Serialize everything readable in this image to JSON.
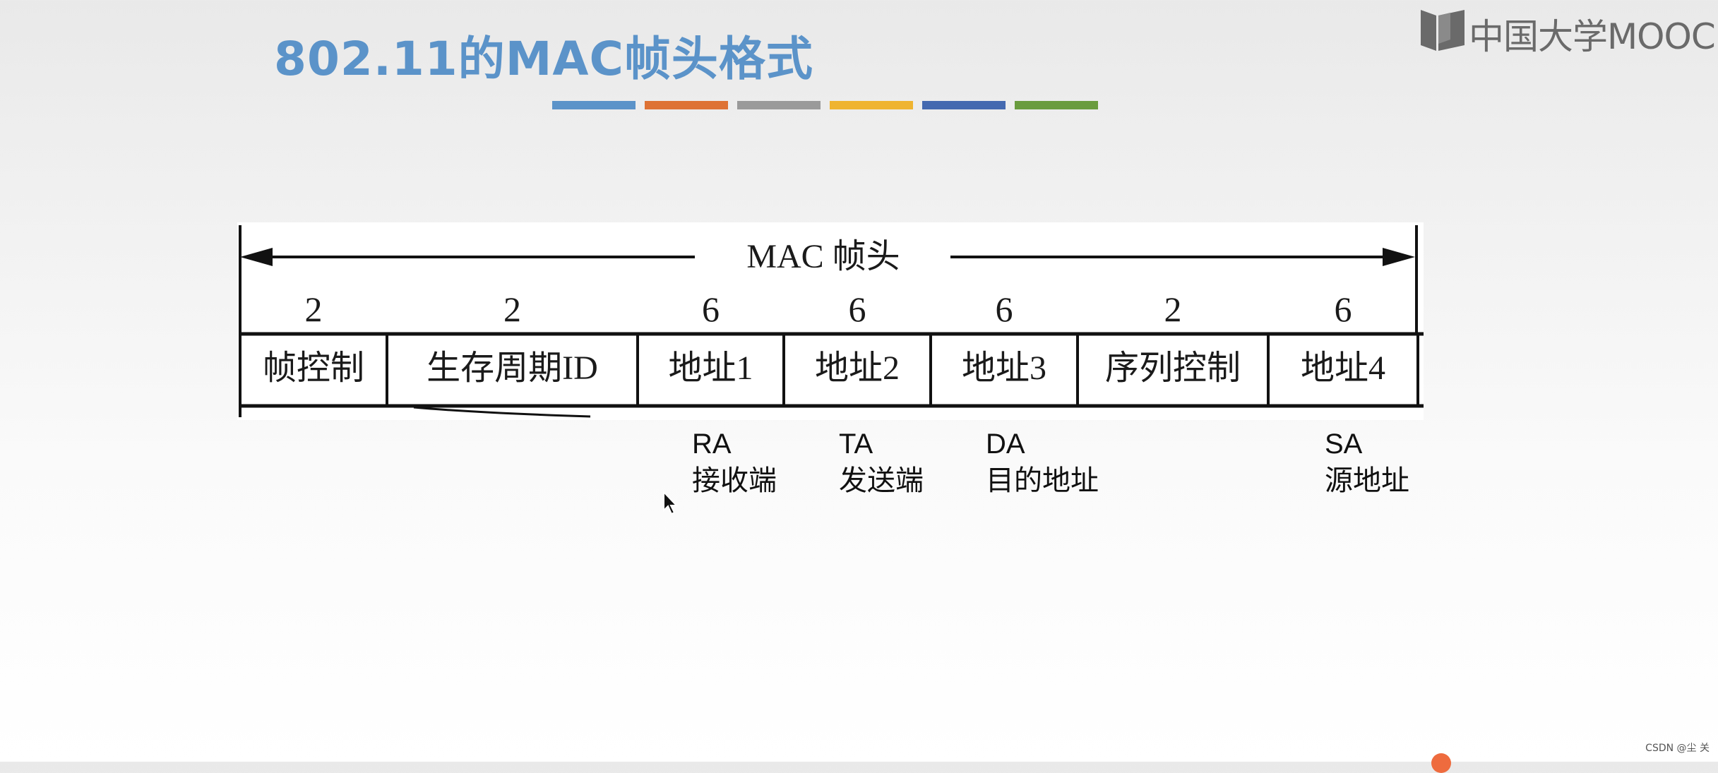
{
  "slide": {
    "title": "802.11的MAC帧头格式",
    "accent_bar_colors": [
      "#5b93c9",
      "#de7234",
      "#9a9a9a",
      "#efb431",
      "#4469b0",
      "#6a9c3e"
    ]
  },
  "logo": {
    "text": "中国大学MOOC",
    "icon": "book-icon"
  },
  "diagram": {
    "span_label": "MAC 帧头",
    "fields": [
      {
        "size": "2",
        "label": "帧控制"
      },
      {
        "size": "2",
        "label": "生存周期ID"
      },
      {
        "size": "6",
        "label": "地址1"
      },
      {
        "size": "6",
        "label": "地址2"
      },
      {
        "size": "6",
        "label": "地址3"
      },
      {
        "size": "2",
        "label": "序列控制"
      },
      {
        "size": "6",
        "label": "地址4"
      }
    ]
  },
  "annotations": [
    {
      "abbr": "RA",
      "desc": "接收端"
    },
    {
      "abbr": "TA",
      "desc": "发送端"
    },
    {
      "abbr": "DA",
      "desc": "目的地址"
    },
    {
      "abbr": "SA",
      "desc": "源地址"
    }
  ],
  "watermark": "CSDN @尘  关"
}
